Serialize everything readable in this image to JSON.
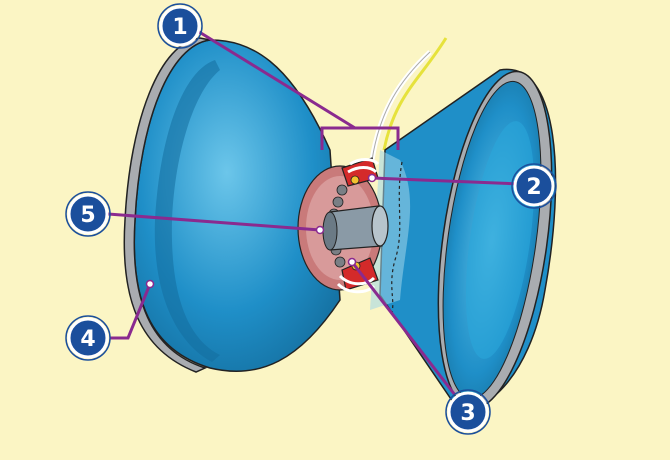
{
  "colors": {
    "background": "#fbf5c4",
    "body_blue": "#1f8fc8",
    "body_dark": "#146e9e",
    "body_light": "#5ec0e6",
    "rim_gray": "#a9acb0",
    "callout_purple": "#8a2a8f",
    "badge_fill": "#1b4f9c",
    "bearing_red": "#d42a2a",
    "axle_gray": "#8a9aa6",
    "string_yellow": "#e6e23c"
  },
  "callouts": [
    {
      "id": "1",
      "label": "1"
    },
    {
      "id": "2",
      "label": "2"
    },
    {
      "id": "3",
      "label": "3"
    },
    {
      "id": "4",
      "label": "4"
    },
    {
      "id": "5",
      "label": "5"
    }
  ]
}
